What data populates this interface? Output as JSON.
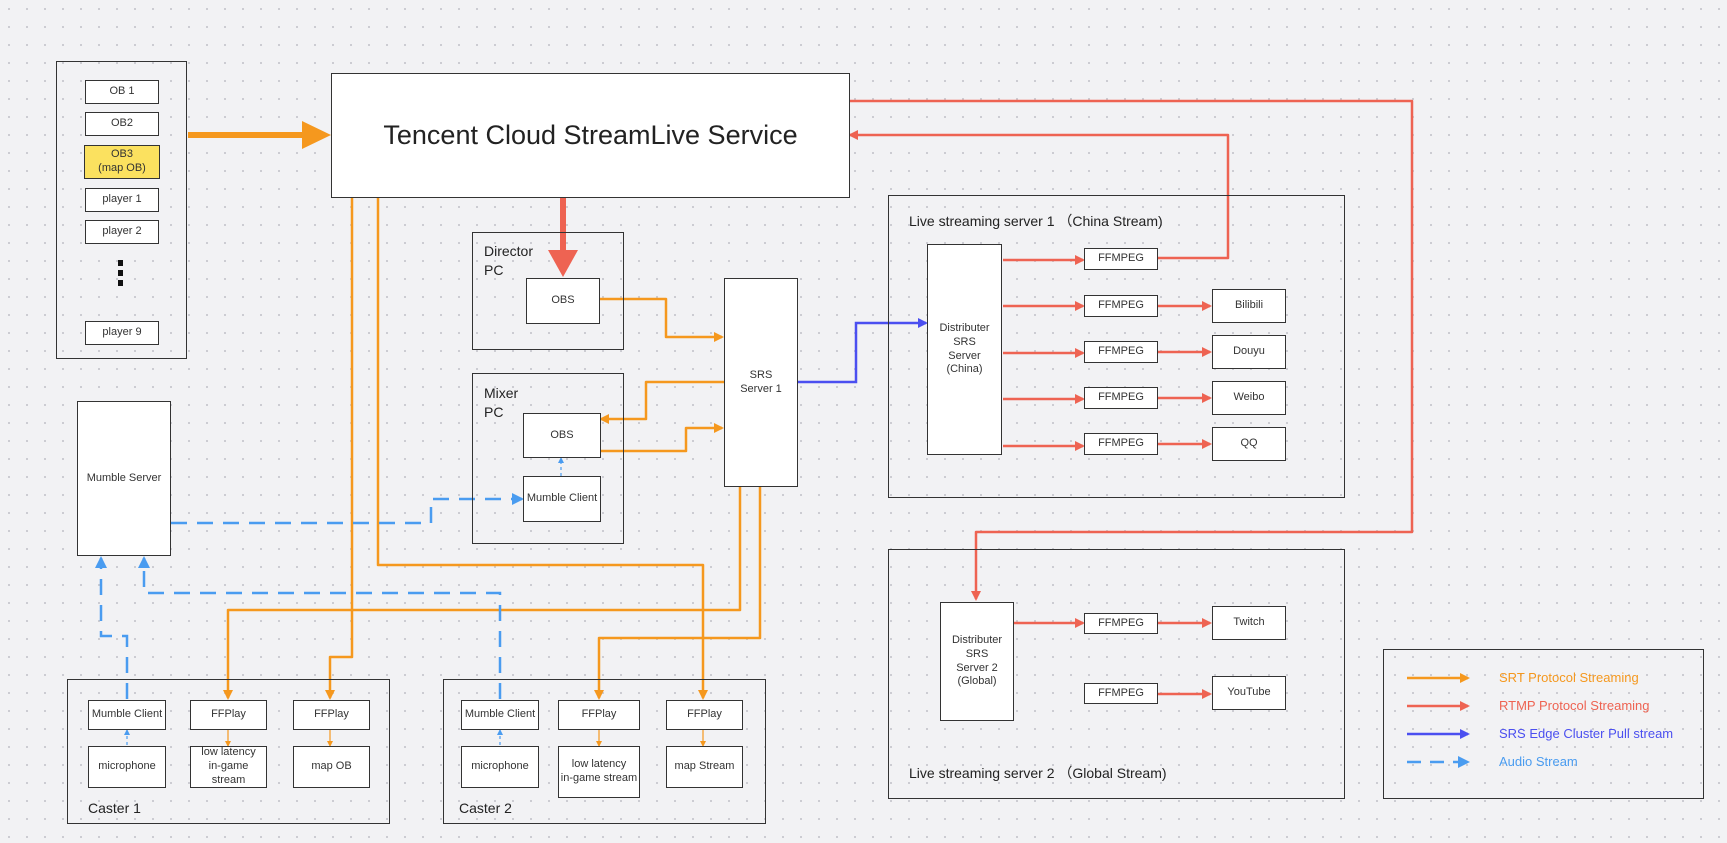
{
  "main_service": "Tencent Cloud StreamLive Service",
  "ob_panel": {
    "items": [
      "OB 1",
      "OB2",
      "OB3\n(map OB)",
      "player 1",
      "player 2",
      "player 9"
    ]
  },
  "director": {
    "title": "Director\nPC",
    "obs": "OBS"
  },
  "mixer": {
    "title": "Mixer\nPC",
    "obs": "OBS",
    "mumble_client": "Mumble Client"
  },
  "srs_server_1": "SRS\nServer 1",
  "mumble_server": "Mumble Server",
  "server_china": {
    "title": "Live streaming server 1  （China Stream)",
    "distributer": "Distributer\nSRS\nServer\n(China)",
    "ffmpeg": [
      "FFMPEG",
      "FFMPEG",
      "FFMPEG",
      "FFMPEG",
      "FFMPEG"
    ],
    "platforms": [
      "Bilibili",
      "Douyu",
      "Weibo",
      "QQ"
    ]
  },
  "server_global": {
    "title": "Live streaming server 2  （Global Stream)",
    "distributer": "Distributer\nSRS\nServer 2\n(Global)",
    "ffmpeg": [
      "FFMPEG",
      "FFMPEG"
    ],
    "platforms": [
      "Twitch",
      "YouTube"
    ]
  },
  "caster1": {
    "title": "Caster 1",
    "mumble_client": "Mumble Client",
    "ffplay1": "FFPlay",
    "ffplay2": "FFPlay",
    "microphone": "microphone",
    "low_latency": "low latency\nin-game stream",
    "map": "map OB"
  },
  "caster2": {
    "title": "Caster 2",
    "mumble_client": "Mumble Client",
    "ffplay1": "FFPlay",
    "ffplay2": "FFPlay",
    "microphone": "microphone",
    "low_latency": "low latency\nin-game  stream",
    "map": "map Stream"
  },
  "legend": {
    "srt": "SRT Protocol Streaming",
    "rtmp": "RTMP Protocol Streaming",
    "srs": "SRS  Edge Cluster Pull stream",
    "audio": "Audio Stream"
  },
  "colors": {
    "srt": "#f5981e",
    "rtmp": "#ee6352",
    "srs": "#4b4ff0",
    "audio": "#4a9cf0",
    "ob3_fill": "#fbe15f"
  }
}
